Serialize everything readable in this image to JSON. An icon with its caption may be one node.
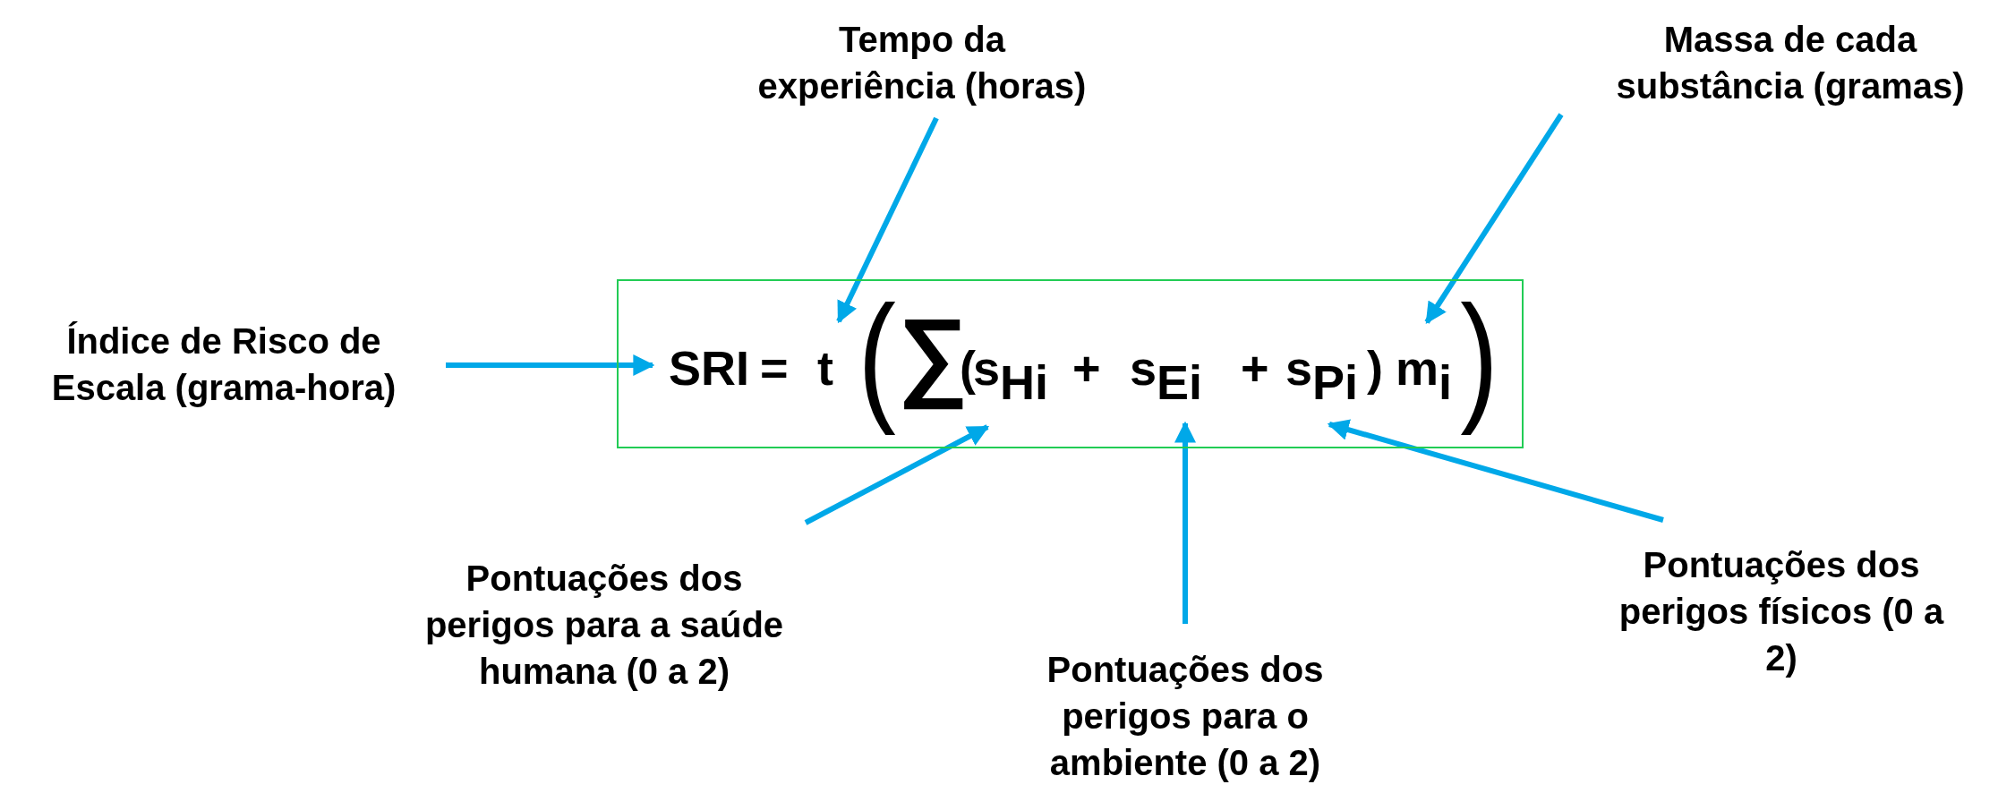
{
  "diagram": {
    "nodes": [
      {
        "text": [
          "Tempo da experiência (horas)"
        ]
      },
      {
        "text": [
          "Massa de cada substância (gramas)"
        ]
      },
      {
        "text": [
          "Índice de Risco de Escala (grama-hora)"
        ]
      },
      {
        "text": [],
        "shape": "box"
      },
      {
        "text": [
          "SRI"
        ],
        "in": 3
      },
      {
        "text": [
          "t"
        ],
        "in": 3
      },
      {
        "text": [
          "s$_{Hi}$"
        ],
        "in": 3
      },
      {
        "text": [
          "s$_{Ei}$"
        ],
        "in": 3
      },
      {
        "text": [
          "s$_{Pi}$"
        ],
        "in": 3
      },
      {
        "text": [
          "m$_{i}$"
        ],
        "in": 3
      },
      {
        "text": [
          "Pontuações dos perigos para a saúde humana (0 a 2)"
        ]
      },
      {
        "text": [
          "Pontuações dos perigos físicos (0 a 2)"
        ]
      },
      {
        "text": [
          "Pontuações dos perigos para o ambiente (0 a 2)"
        ]
      }
    ],
    "edges": [
      {
        "from": 2,
        "to": 3,
        "arrow": "to"
      },
      {
        "from": 0,
        "to": 5,
        "arrow": "to"
      },
      {
        "from": 1,
        "to": 9,
        "arrow": "to"
      },
      {
        "from": 10,
        "to": 6,
        "arrow": "to"
      },
      {
        "from": 12,
        "to": 7,
        "arrow": "to"
      },
      {
        "from": 11,
        "to": 8,
        "arrow": "to"
      }
    ],
    "labels": [
      "=",
      "(",
      "∑",
      "(",
      "+",
      "+",
      ")",
      ")"
    ]
  }
}
